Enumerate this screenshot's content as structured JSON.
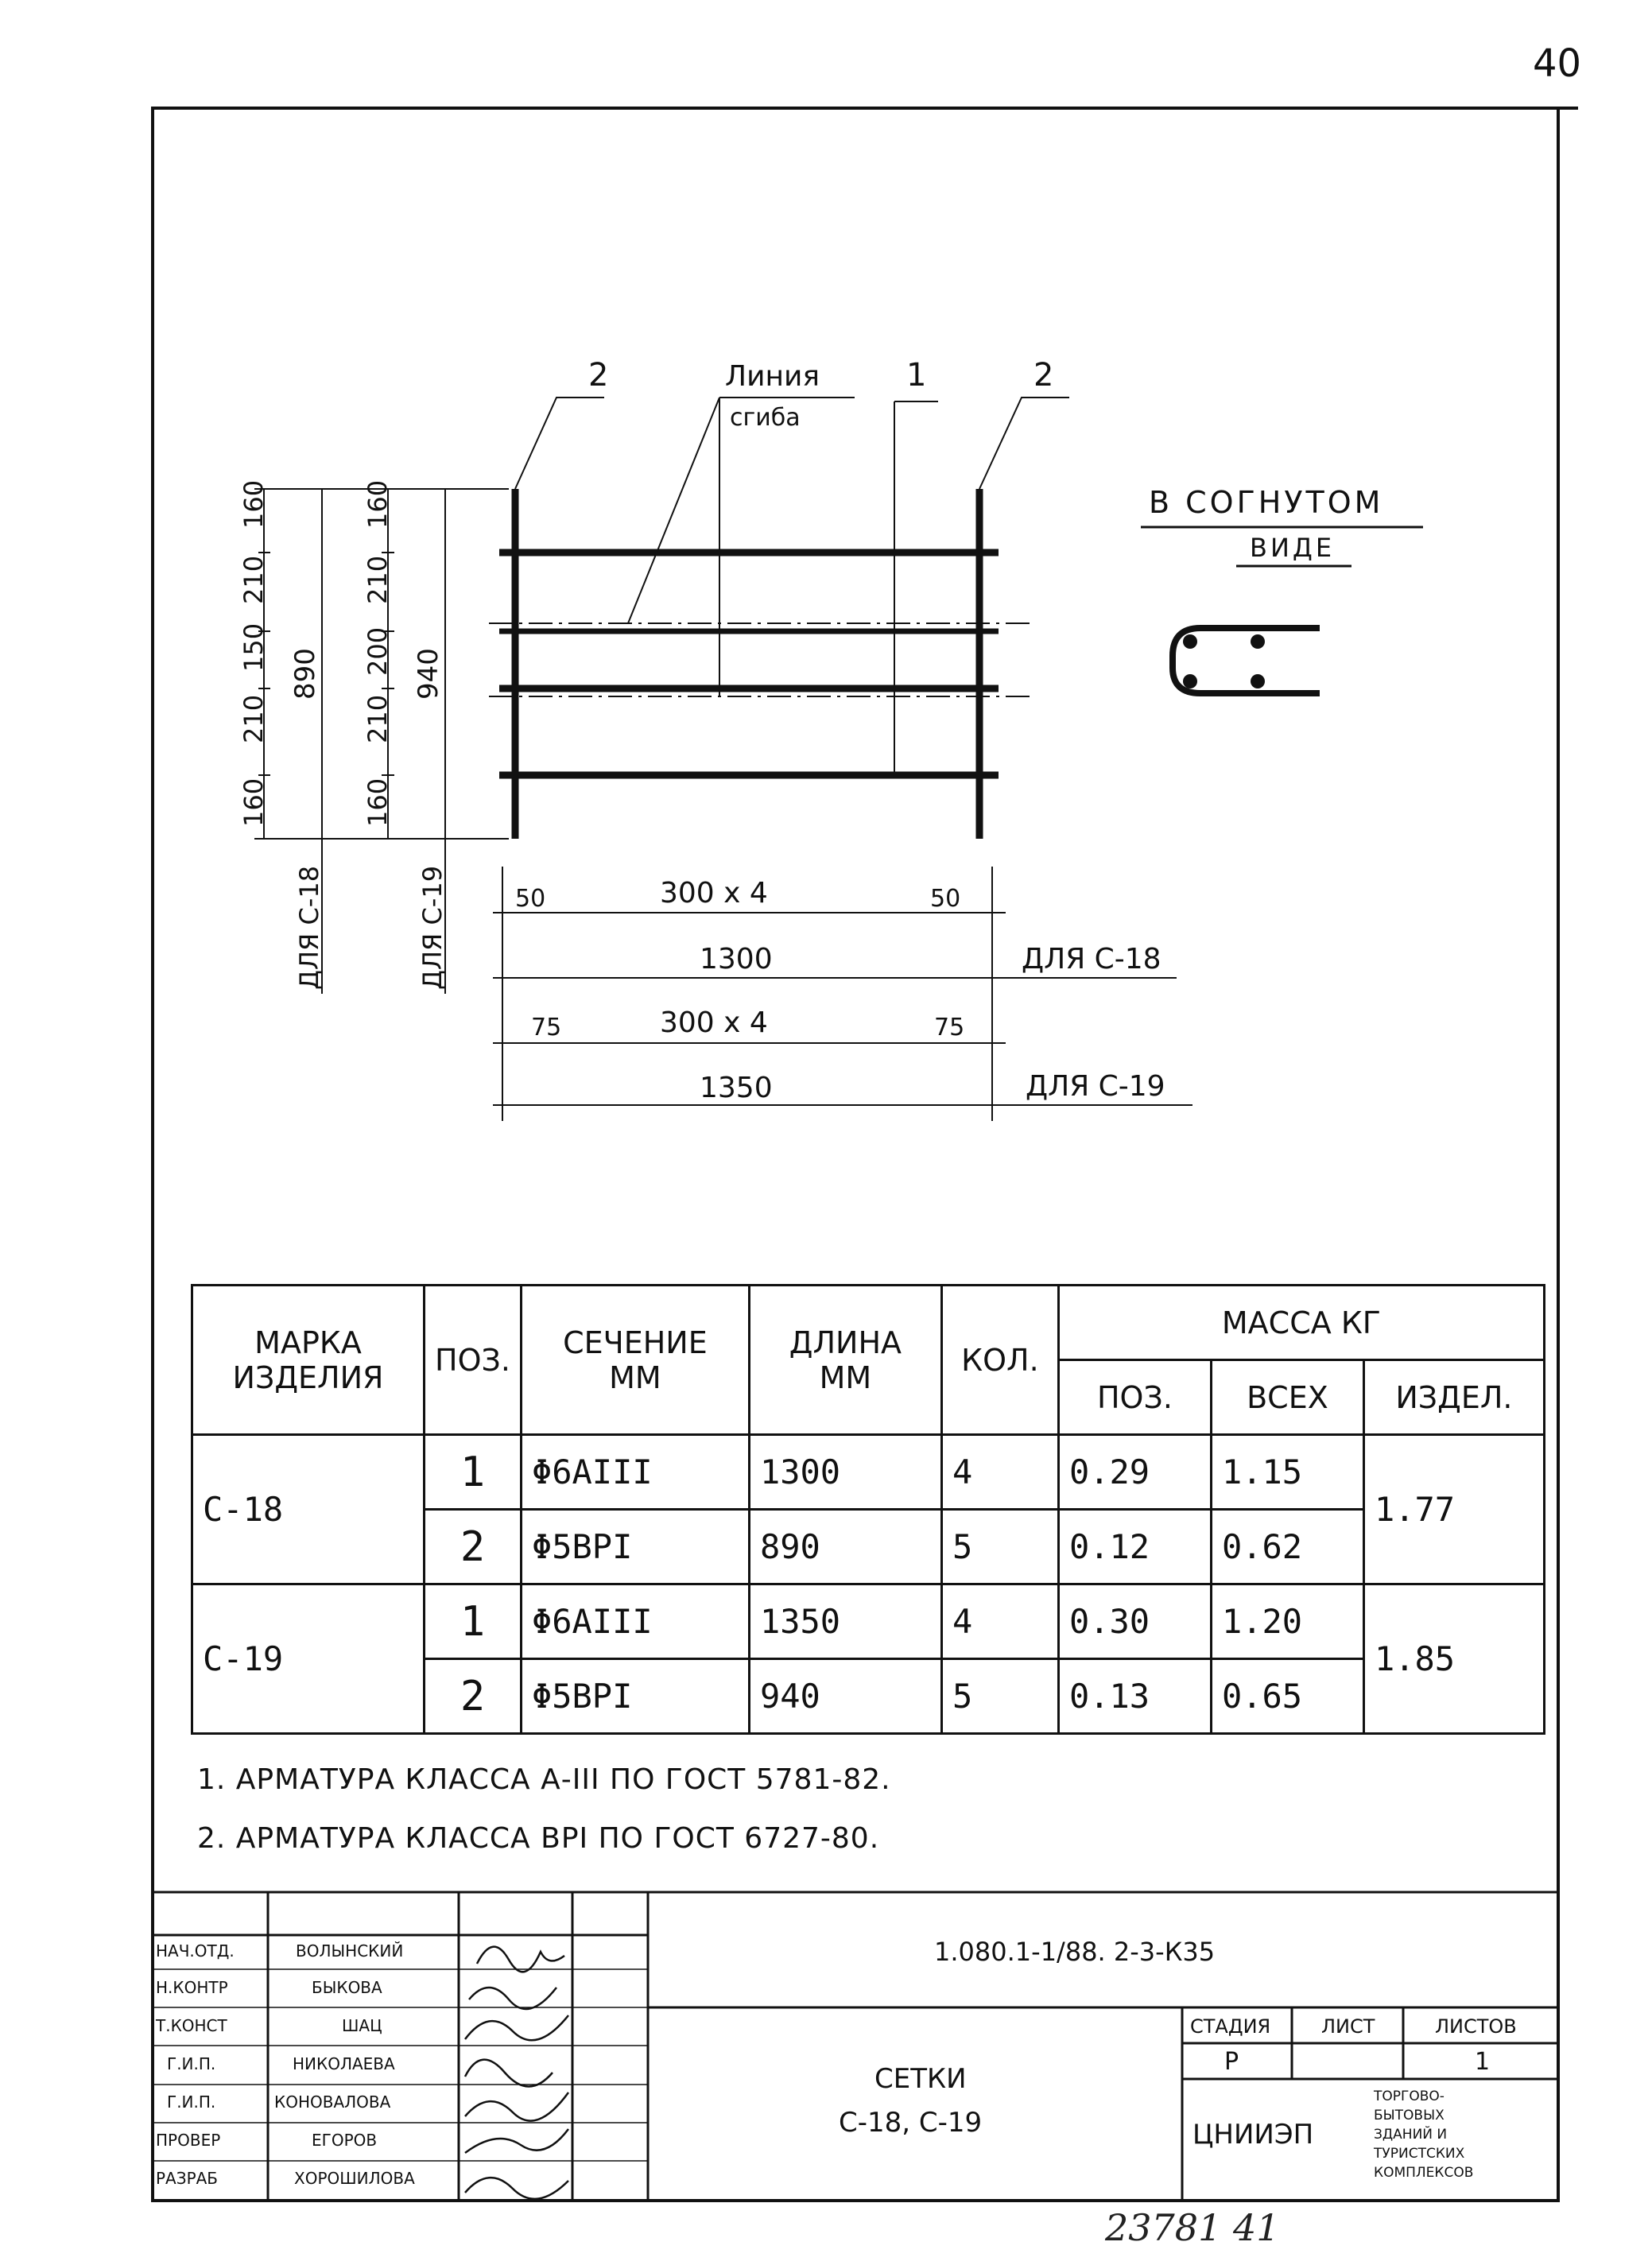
{
  "sheet_number": "40",
  "drawing": {
    "labels": {
      "pos_left": "2",
      "pos_right": "2",
      "pos_one": "1",
      "bend_line_1": "Линия",
      "bend_line_2": "сгиба",
      "bent_view_1": "В СОГНУТОМ",
      "bent_view_2": "ВИДЕ"
    },
    "vertical_dims_c18": [
      "160",
      "210",
      "150",
      "210",
      "160"
    ],
    "vertical_total_c18": "890",
    "vertical_dims_c19": [
      "160",
      "210",
      "200",
      "210",
      "160"
    ],
    "vertical_total_c19": "940",
    "for_c18": "ДЛЯ С-18",
    "for_c19": "ДЛЯ С-19",
    "horizontal_c18": {
      "left": "50",
      "mid": "300 x 4",
      "right": "50",
      "total": "1300",
      "label": "ДЛЯ С-18"
    },
    "horizontal_c19": {
      "left": "75",
      "mid": "300 x 4",
      "right": "75",
      "total": "1350",
      "label": "ДЛЯ С-19"
    }
  },
  "table": {
    "headers": {
      "mark_1": "МАРКА",
      "mark_2": "ИЗДЕЛИЯ",
      "pos": "ПОЗ.",
      "section_1": "СЕЧЕНИЕ",
      "section_2": "ММ",
      "length_1": "ДЛИНА",
      "length_2": "ММ",
      "qty": "КОЛ.",
      "mass": "МАССА КГ",
      "mass_pos": "ПОЗ.",
      "mass_all": "ВСЕХ",
      "mass_item": "ИЗДЕЛ."
    },
    "groups": [
      {
        "mark": "С-18",
        "item_mass": "1.77",
        "rows": [
          {
            "pos": "1",
            "section": "Φ6AIII",
            "length": "1300",
            "qty": "4",
            "mass_pos": "0.29",
            "mass_all": "1.15"
          },
          {
            "pos": "2",
            "section": "Φ5BPI",
            "length": "890",
            "qty": "5",
            "mass_pos": "0.12",
            "mass_all": "0.62"
          }
        ]
      },
      {
        "mark": "С-19",
        "item_mass": "1.85",
        "rows": [
          {
            "pos": "1",
            "section": "Φ6AIII",
            "length": "1350",
            "qty": "4",
            "mass_pos": "0.30",
            "mass_all": "1.20"
          },
          {
            "pos": "2",
            "section": "Φ5BPI",
            "length": "940",
            "qty": "5",
            "mass_pos": "0.13",
            "mass_all": "0.65"
          }
        ]
      }
    ]
  },
  "notes": [
    "1. АРМАТУРА КЛАССА А-III ПО ГОСТ 5781-82.",
    "2. АРМАТУРА КЛАССА ВРI ПО ГОСТ 6727-80."
  ],
  "title_block": {
    "roles": [
      {
        "role": "НАЧ.ОТД.",
        "name": "ВОЛЫНСКИЙ"
      },
      {
        "role": "Н.КОНТР",
        "name": "БЫКОВА"
      },
      {
        "role": "Т.КОНСТ",
        "name": "ШАЦ"
      },
      {
        "role": "Г.И.П.",
        "name": "НИКОЛАЕВА"
      },
      {
        "role": "Г.И.П.",
        "name": "КОНОВАЛОВА"
      },
      {
        "role": "ПРОВЕР",
        "name": "ЕГОРОВ"
      },
      {
        "role": "РАЗРАБ",
        "name": "ХОРОШИЛОВА"
      }
    ],
    "code": "1.080.1-1/88. 2-3-К35",
    "title_1": "СЕТКИ",
    "title_2": "С-18, С-19",
    "stage_label": "СТАДИЯ",
    "sheet_label": "ЛИСТ",
    "sheets_label": "ЛИСТОВ",
    "stage": "Р",
    "sheet": "",
    "sheets": "1",
    "org": "ЦНИИЭП",
    "org_desc": [
      "ТОРГОВО-",
      "БЫТОВЫХ",
      "ЗДАНИЙ И",
      "ТУРИСТСКИХ",
      "КОМПЛЕКСОВ"
    ]
  },
  "inventory_number": "23781  41"
}
